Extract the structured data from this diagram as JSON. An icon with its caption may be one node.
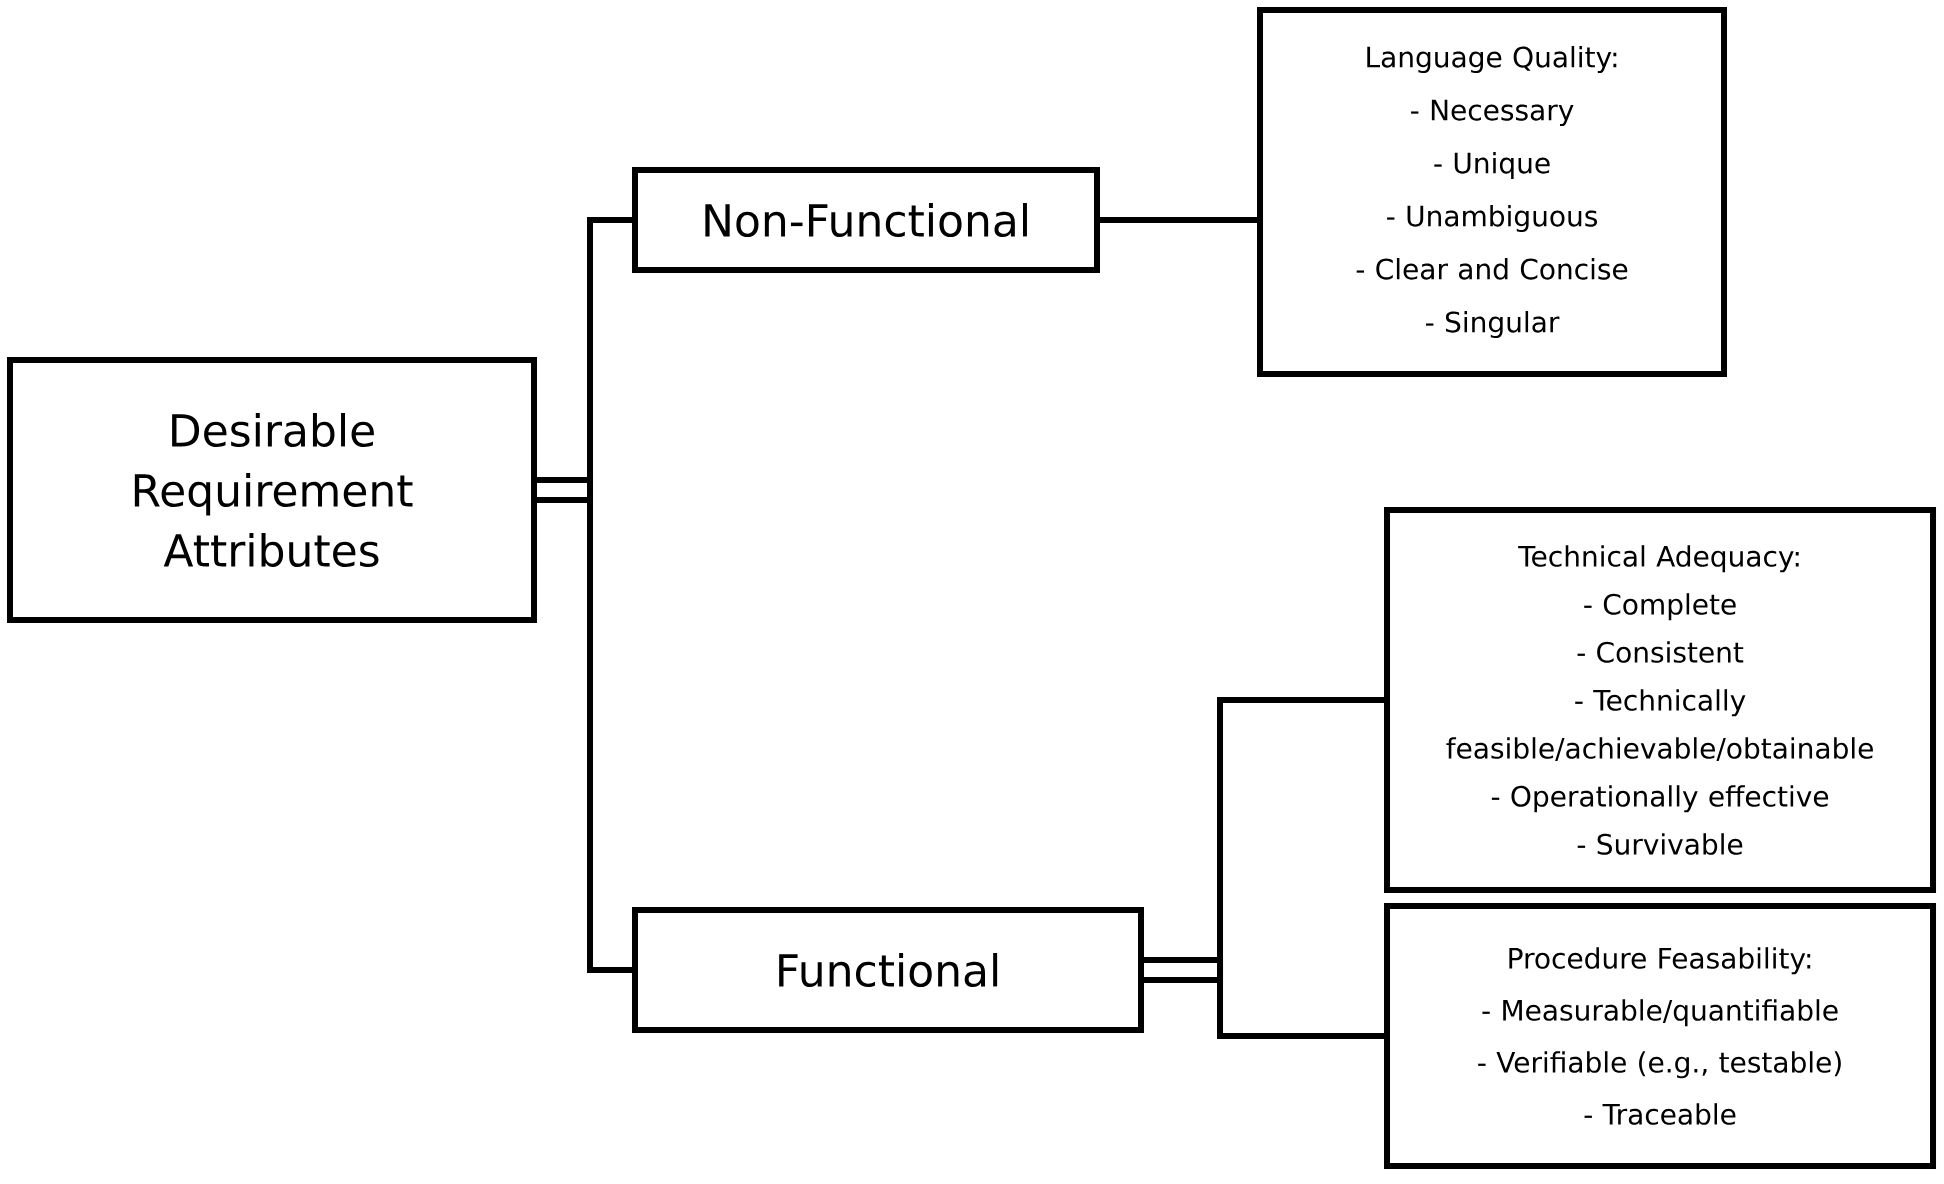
{
  "diagram": {
    "nodes": [
      {
        "text": [
          "Desirable Requirement Attributes"
        ]
      },
      {
        "text": [
          "Non-Functional"
        ]
      },
      {
        "text": [
          "Functional"
        ]
      },
      {
        "text": [
          "Language Quality:",
          "- Necessary",
          "- Unique",
          "- Unambiguous",
          "- Clear and Concise",
          "- Singular"
        ]
      },
      {
        "text": [
          "Technical Adequacy:",
          "- Complete",
          "- Consistent",
          "- Technically feasible/achievable/obtainable",
          "- Operationally effective",
          "- Survivable"
        ]
      },
      {
        "text": [
          "Procedure Feasability:",
          "- Measurable/quantifiable",
          "- Verifiable (e.g., testable)",
          "- Traceable"
        ]
      }
    ],
    "edges": [
      {
        "from": 0,
        "to": 1,
        "arrow": "none"
      },
      {
        "from": 0,
        "to": 2,
        "arrow": "none"
      },
      {
        "from": 1,
        "to": 3,
        "arrow": "none"
      },
      {
        "from": 2,
        "to": 4,
        "arrow": "none"
      },
      {
        "from": 2,
        "to": 5,
        "arrow": "none"
      }
    ]
  }
}
